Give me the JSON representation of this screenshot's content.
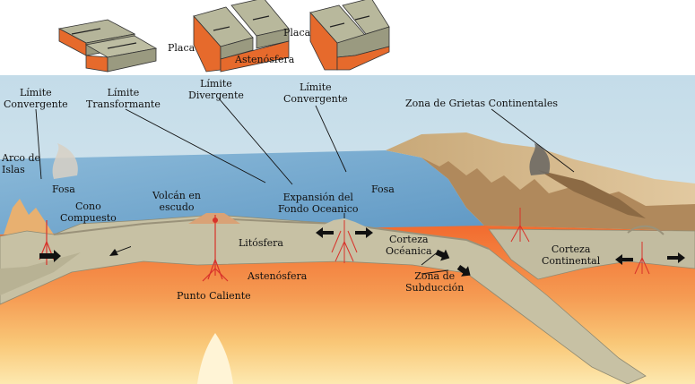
{
  "inset_labels": {
    "placa_left": "Placa",
    "placa_right": "Placa",
    "astenosfera": "Astenósfera"
  },
  "labels": {
    "limite_convergente_left": "Límite\nConvergente",
    "limite_transformante": "Límite\nTransformante",
    "limite_divergente": "Límite\nDivergente",
    "limite_convergente_right": "Límite\nConvergente",
    "zona_grietas": "Zona de Grietas Continentales",
    "arco_islas": "Arco de\nIslas",
    "fosa_left": "Fosa",
    "cono_compuesto": "Cono\nCompuesto",
    "volcan_escudo": "Volcán en\nescudo",
    "expansion": "Expansión del\nFondo Oceanico",
    "fosa_right": "Fosa",
    "litosfera": "Litósfera",
    "corteza_oceanica": "Corteza\nOcéanica",
    "corteza_continental": "Corteza\nContinental",
    "astenosfera_main": "Astenósfera",
    "punto_caliente": "Punto Caliente",
    "zona_subduccion": "Zona de\nSubducción"
  },
  "colors": {
    "sky": "#cfe4ee",
    "ocean": "#7fb2d4",
    "lithosphere": "#c9c2a6",
    "asthenosphere": "#f07a3c",
    "deep_mantle": "#fbd98a",
    "land": "#d9b98a",
    "magma": "#d8322a"
  }
}
